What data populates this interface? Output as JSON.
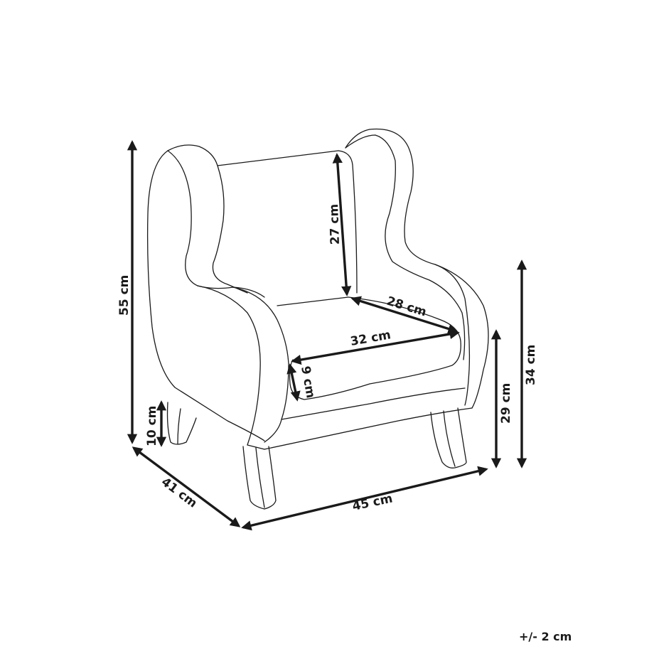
{
  "diagram": {
    "subject": "armchair dimension drawing",
    "unit": "cm",
    "tolerance_label": "+/- 2 cm",
    "stroke_color": "#1a1a1a",
    "background": "#ffffff",
    "dimensions": {
      "total_height": {
        "label": "55 cm",
        "value": 55
      },
      "leg_height": {
        "label": "10 cm",
        "value": 10
      },
      "backrest_height": {
        "label": "27 cm",
        "value": 27
      },
      "seat_depth": {
        "label": "28 cm",
        "value": 28
      },
      "seat_width": {
        "label": "32 cm",
        "value": 32
      },
      "seat_cushion_thickness": {
        "label": "9 cm",
        "value": 9
      },
      "seat_height": {
        "label": "29 cm",
        "value": 29
      },
      "armrest_height": {
        "label": "34 cm",
        "value": 34
      },
      "depth": {
        "label": "41 cm",
        "value": 41
      },
      "width": {
        "label": "45 cm",
        "value": 45
      }
    }
  }
}
